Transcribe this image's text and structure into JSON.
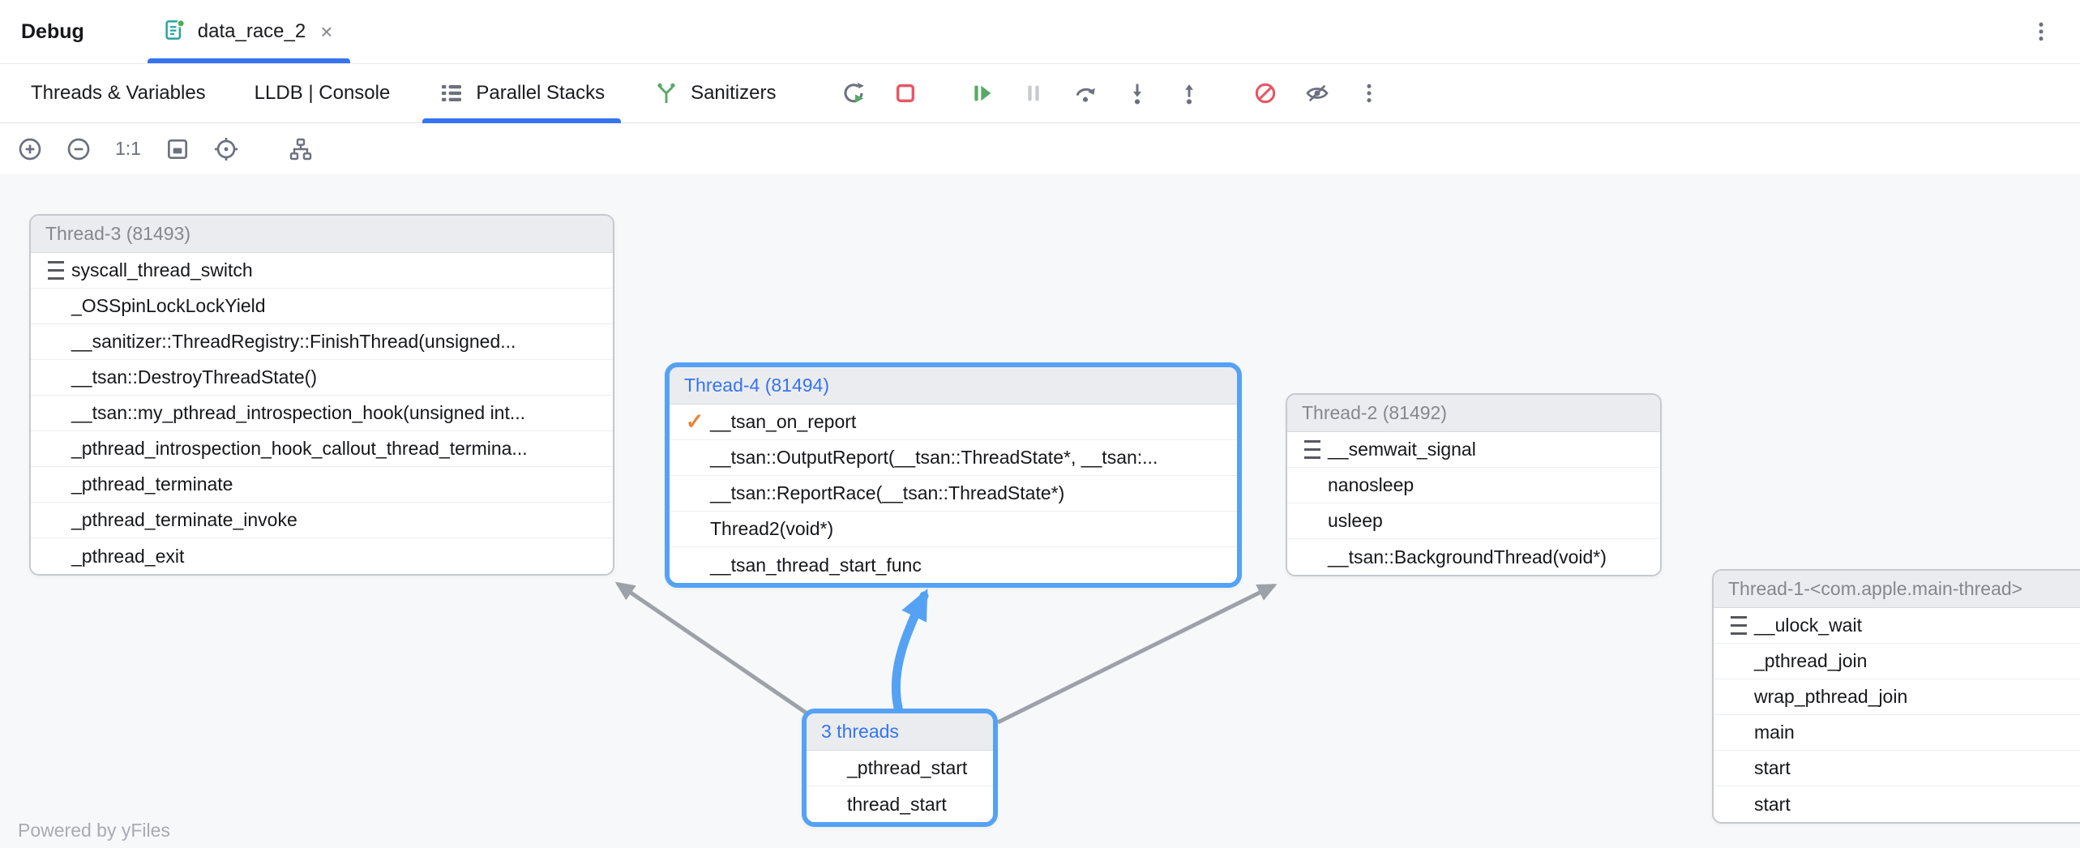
{
  "titlebar": {
    "tool_window_title": "Debug",
    "editor_tab": {
      "label": "data_race_2"
    }
  },
  "view_tabs": {
    "items": [
      {
        "label": "Threads & Variables",
        "active": false
      },
      {
        "label": "LLDB | Console",
        "active": false
      },
      {
        "label": "Parallel Stacks",
        "active": true
      },
      {
        "label": "Sanitizers",
        "active": false
      }
    ]
  },
  "graph_toolbar": {
    "zoom_ratio": "1:1"
  },
  "graph": {
    "nodes": [
      {
        "id": "thread3",
        "title": "Thread-3 (81493)",
        "selected": false,
        "frames": [
          {
            "icon": "paused-lines",
            "text": "syscall_thread_switch"
          },
          {
            "text": "_OSSpinLockLockYield"
          },
          {
            "text": "__sanitizer::ThreadRegistry::FinishThread(unsigned..."
          },
          {
            "text": "__tsan::DestroyThreadState()"
          },
          {
            "text": "__tsan::my_pthread_introspection_hook(unsigned int..."
          },
          {
            "text": "_pthread_introspection_hook_callout_thread_termina..."
          },
          {
            "text": "_pthread_terminate"
          },
          {
            "text": "_pthread_terminate_invoke"
          },
          {
            "text": "_pthread_exit"
          }
        ]
      },
      {
        "id": "thread4",
        "title": "Thread-4 (81494)",
        "selected": true,
        "frames": [
          {
            "icon": "check",
            "text": "__tsan_on_report"
          },
          {
            "text": "__tsan::OutputReport(__tsan::ThreadState*, __tsan:..."
          },
          {
            "text": "__tsan::ReportRace(__tsan::ThreadState*)"
          },
          {
            "text": "Thread2(void*)"
          },
          {
            "text": "__tsan_thread_start_func"
          }
        ]
      },
      {
        "id": "thread2",
        "title": "Thread-2 (81492)",
        "selected": false,
        "frames": [
          {
            "icon": "paused-lines",
            "text": "__semwait_signal"
          },
          {
            "text": "nanosleep"
          },
          {
            "text": "usleep"
          },
          {
            "text": "__tsan::BackgroundThread(void*)"
          }
        ]
      },
      {
        "id": "thread1",
        "title": "Thread-1-<com.apple.main-thread>",
        "selected": false,
        "frames": [
          {
            "icon": "paused-lines",
            "text": "__ulock_wait"
          },
          {
            "text": "_pthread_join"
          },
          {
            "text": "wrap_pthread_join"
          },
          {
            "text": "main"
          },
          {
            "text": "start"
          },
          {
            "text": "start"
          }
        ]
      },
      {
        "id": "threads-group",
        "title": "3 threads",
        "selected": true,
        "frames": [
          {
            "text": "_pthread_start"
          },
          {
            "text": "thread_start"
          }
        ]
      }
    ]
  },
  "footer": {
    "powered_by": "Powered by yFiles"
  },
  "icons": {
    "tab_close": "×",
    "frame_check": "✓",
    "paused_thread": "triple-lines",
    "parallel_stacks": "dotted-list-lines",
    "sanitizers": "green-fork",
    "rerun": "circular-arrow-green-play",
    "stop": "red-square-outline",
    "resume": "green-bar-play",
    "pause": "two-bars",
    "step_over": "arc-over-dot",
    "step_into": "arrow-down-to-dot",
    "step_out": "arrow-up-from-dot",
    "mute_breakpoints": "red-slashed-circle",
    "eye_slash": "slashed-eye",
    "more_vertical": "three-dots"
  },
  "colors": {
    "accent_blue": "#3574f0",
    "selection_blue": "#55a2f4",
    "stop_red": "#e55765",
    "run_green": "#59a869",
    "check_orange": "#e8833a",
    "edge_gray": "#9da1a8",
    "canvas_bg": "#f7f8fa"
  }
}
